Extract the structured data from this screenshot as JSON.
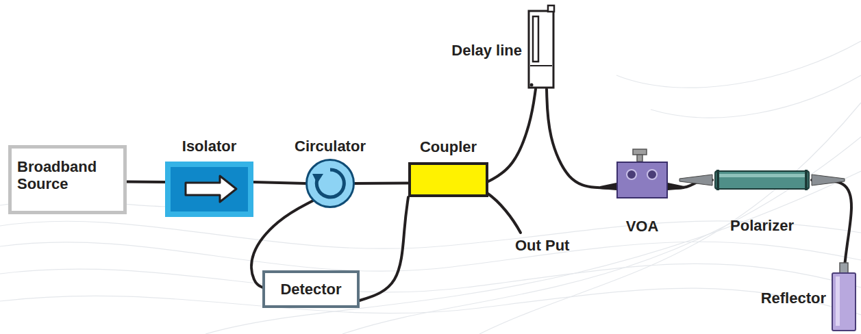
{
  "diagram": {
    "nodes": [
      {
        "text": [
          "Broadband Source"
        ]
      },
      {
        "text": [
          "Isolator"
        ]
      },
      {
        "text": [
          "Circulator"
        ]
      },
      {
        "text": [
          "Coupler"
        ]
      },
      {
        "text": [
          "Delay line"
        ]
      },
      {
        "text": [
          "VOA"
        ]
      },
      {
        "text": [
          "Polarizer"
        ]
      },
      {
        "text": [
          "Detector"
        ]
      },
      {
        "text": [
          "Reflector"
        ]
      }
    ],
    "edges": [
      {
        "from": 0,
        "to": 1,
        "arrow": "none"
      },
      {
        "from": 1,
        "to": 2,
        "arrow": "none"
      },
      {
        "from": 2,
        "to": 3,
        "arrow": "none"
      },
      {
        "from": 2,
        "to": 7,
        "arrow": "none"
      },
      {
        "from": 3,
        "to": 7,
        "arrow": "none"
      },
      {
        "from": 3,
        "to": 4,
        "arrow": "none"
      },
      {
        "from": 4,
        "to": 5,
        "arrow": "none"
      },
      {
        "from": 5,
        "to": 6,
        "arrow": "none"
      },
      {
        "from": 6,
        "to": 8,
        "arrow": "none"
      }
    ],
    "labels": [
      "Out Put"
    ]
  }
}
